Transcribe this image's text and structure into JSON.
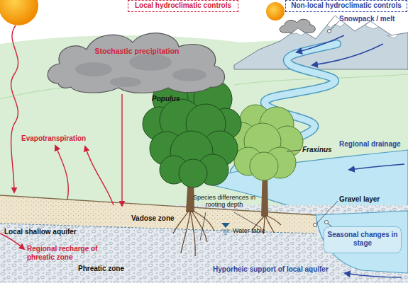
{
  "diagram": {
    "nodes": [
      {
        "text": [
          "Local hydroclimatic controls"
        ]
      },
      {
        "text": [
          "Non-local hydroclimatic controls"
        ]
      },
      {
        "text": [
          "Stochastic precipitation"
        ]
      },
      {
        "text": [
          "Seasonal changes in stage"
        ]
      }
    ],
    "labels": [
      "Snowpack / melt",
      "Evapotranspiration",
      "Regional drainage",
      "Populus",
      "Fraxinus",
      "Gravel layer",
      "Species differences in rooting depth",
      "Vadose zone",
      "Water table",
      "Local shallow aquifer",
      "Regional recharge of phreatic zone",
      "Phreatic zone",
      "Hyporheic support of local aquifer"
    ]
  }
}
